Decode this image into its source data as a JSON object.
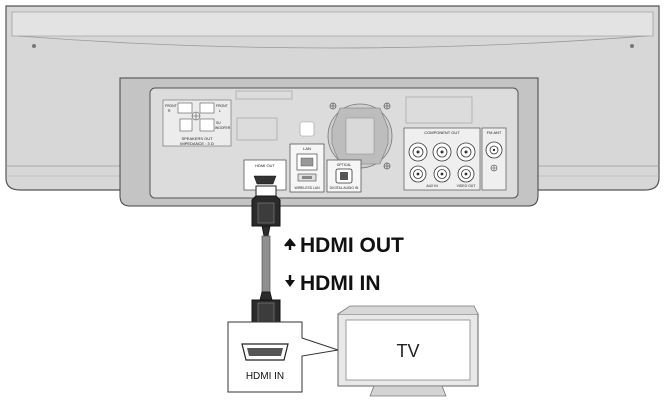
{
  "speaker_panel": {
    "front_r": "FRONT",
    "front_r_sub": "R",
    "front_l": "FRONT",
    "front_l_sub": "L",
    "sub": "SU",
    "sub2": "WOOFER",
    "caption1": "SPEAKERS OUT",
    "caption2": "IMPEDANCE : 3 Ω"
  },
  "ports": {
    "hdmi_out_small": "HDMI OUT",
    "lan": "LAN",
    "wireless_lan": "WIRELESS LAN",
    "optical": "OPTICAL",
    "digital_audio_in": "DIGITAL AUDIO IN",
    "component_out": "COMPONENT OUT",
    "fm_ant": "FM ANT",
    "aux_in": "AUX IN",
    "video_out": "VIDEO OUT"
  },
  "callouts": {
    "hdmi_out": "HDMI OUT",
    "hdmi_in": "HDMI IN"
  },
  "tv": {
    "label": "TV",
    "port_label": "HDMI IN"
  }
}
